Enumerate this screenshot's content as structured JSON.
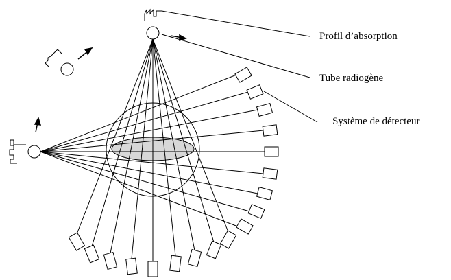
{
  "labels": {
    "absorption_profile": "Profil d’absorption",
    "xray_tube": "Tube radiogène",
    "detector_system": "Système de détecteur"
  },
  "colors": {
    "stroke": "#000000",
    "inner_ellipse_fill": "#d8d8d8",
    "background": "#ffffff"
  }
}
